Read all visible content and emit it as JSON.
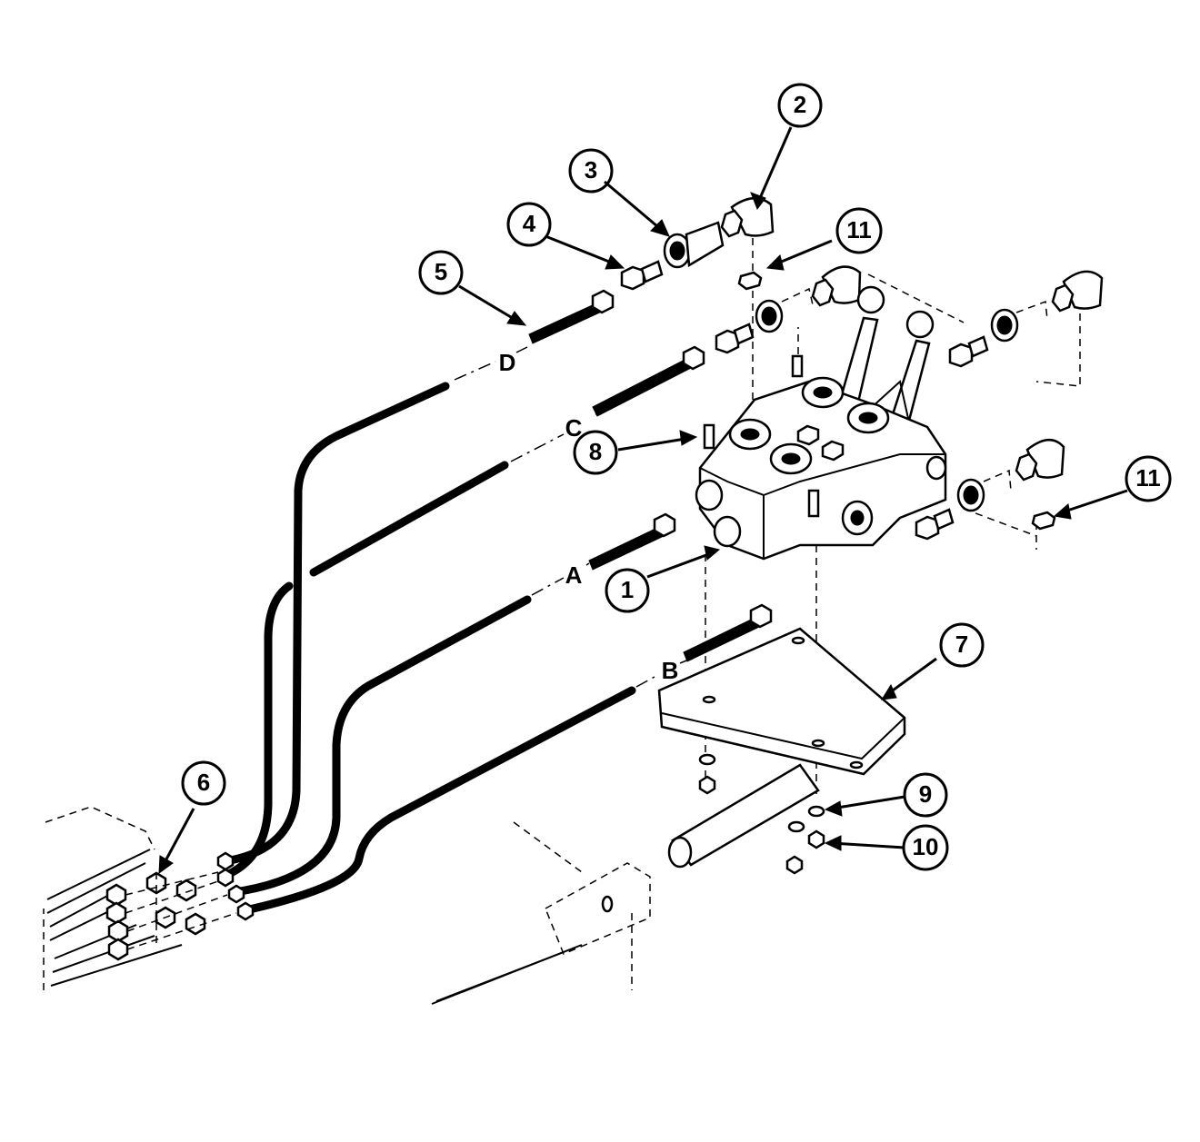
{
  "callouts": [
    {
      "id": "1",
      "label": "1"
    },
    {
      "id": "2",
      "label": "2"
    },
    {
      "id": "3",
      "label": "3"
    },
    {
      "id": "4",
      "label": "4"
    },
    {
      "id": "5",
      "label": "5"
    },
    {
      "id": "6",
      "label": "6"
    },
    {
      "id": "7",
      "label": "7"
    },
    {
      "id": "8",
      "label": "8"
    },
    {
      "id": "9",
      "label": "9"
    },
    {
      "id": "10",
      "label": "10"
    },
    {
      "id": "11a",
      "label": "11"
    },
    {
      "id": "11b",
      "label": "11"
    }
  ],
  "hose_labels": {
    "a": "A",
    "b": "B",
    "c": "C",
    "d": "D"
  }
}
